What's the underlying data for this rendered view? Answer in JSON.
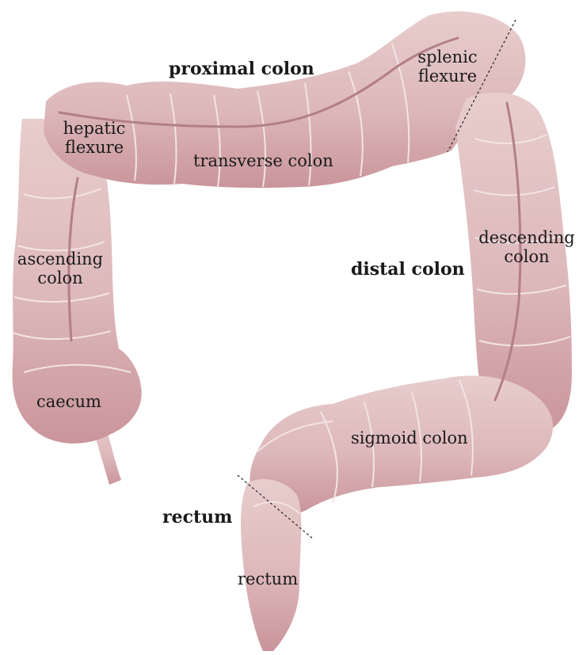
{
  "colors": {
    "tissue_light": "#e8cdcd",
    "tissue_dark": "#c9959a",
    "segment_line": "#f3e4e4",
    "taenia": "#b37f86",
    "divider": "#222222",
    "text": "#1a1a1a"
  },
  "regions": {
    "proximal": "proximal  colon",
    "distal": "distal colon",
    "rectum": "rectum"
  },
  "parts": {
    "splenic_line1": "splenic",
    "splenic_line2": "flexure",
    "hepatic_line1": "hepatic",
    "hepatic_line2": "flexure",
    "transverse": "transverse colon",
    "ascending_line1": "ascending",
    "ascending_line2": "colon",
    "descending_line1": "descending",
    "descending_line2": "colon",
    "caecum": "caecum",
    "sigmoid": "sigmoid colon",
    "rectum": "rectum"
  }
}
